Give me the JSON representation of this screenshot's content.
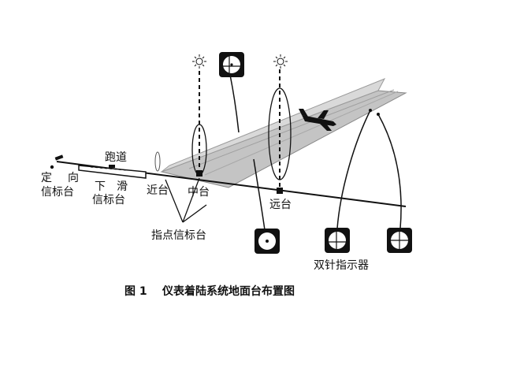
{
  "labels": {
    "runway": "跑道",
    "localizer_1": "定",
    "localizer_2": "向",
    "localizer_3": "信标台",
    "glideslope_1": "下",
    "glideslope_2": "滑",
    "glideslope_3": "信标台",
    "outer_near": "近台",
    "middle": "中台",
    "far": "远台",
    "marker_beacons": "指点信标台",
    "cross_pointer": "双针指示器"
  },
  "caption": {
    "number": "图 1",
    "text": "仪表着陆系统地面台布置图"
  },
  "colors": {
    "ink": "#111111",
    "beam_fill": "#bdbdbd",
    "beam_edge": "#8a8a8a"
  },
  "icons": [
    "beacon-light-icon",
    "airplane-icon",
    "indicator-dial-icon"
  ]
}
